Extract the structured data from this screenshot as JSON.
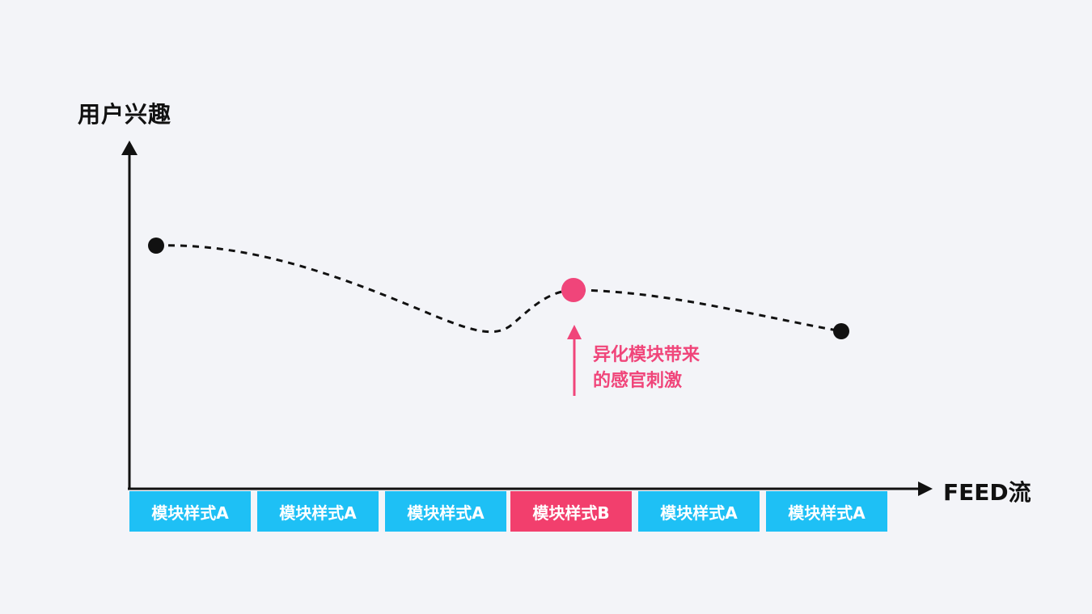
{
  "diagram": {
    "y_axis_label": "用户兴趣",
    "x_axis_label": "FEED流",
    "annotation": {
      "line1": "异化模块带来",
      "line2": "的感官刺激"
    },
    "modules": [
      {
        "label": "模块样式A",
        "color": "#1ec0f5"
      },
      {
        "label": "模块样式A",
        "color": "#1ec0f5"
      },
      {
        "label": "模块样式A",
        "color": "#1ec0f5"
      },
      {
        "label": "模块样式B",
        "color": "#f23f6d"
      },
      {
        "label": "模块样式A",
        "color": "#1ec0f5"
      },
      {
        "label": "模块样式A",
        "color": "#1ec0f5"
      }
    ],
    "colors": {
      "background": "#f3f4f8",
      "axis": "#111111",
      "curve": "#111111",
      "highlight": "#f0457a",
      "module_a": "#1ec0f5",
      "module_b": "#f23f6d"
    }
  }
}
